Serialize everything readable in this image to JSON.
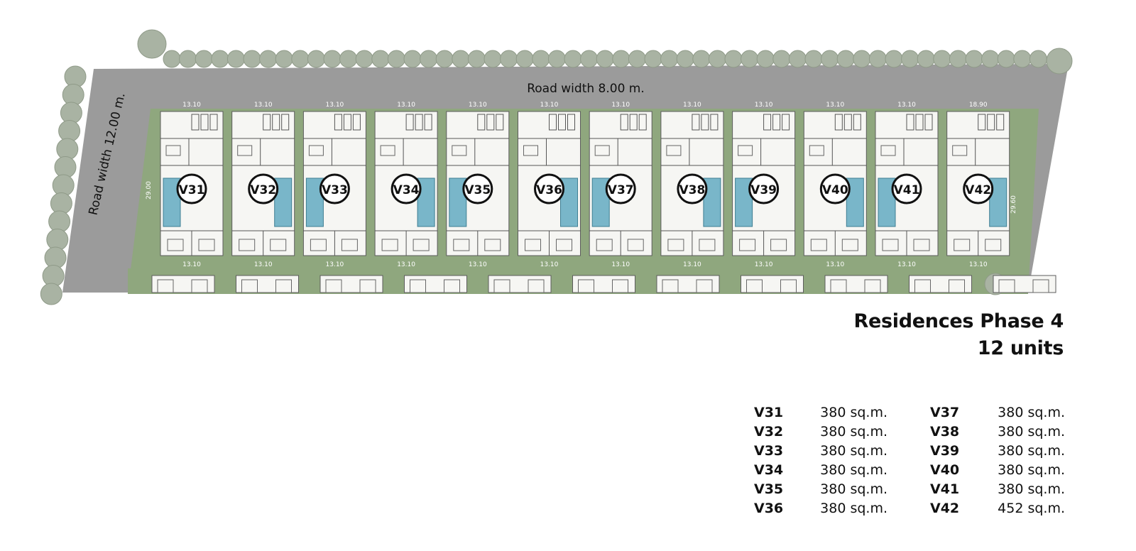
{
  "map": {
    "road_top_label": "Road width 8.00 m.",
    "road_left_label": "Road width 12.00 m.",
    "side_left_dim": "29.00",
    "side_right_dim": "29.60",
    "colors": {
      "road": "#9b9b9b",
      "grass": "#8fa77e",
      "tree": "#a9b3a3",
      "plot": "#f6f6f3",
      "pool": "#79b6c9"
    },
    "plots": [
      {
        "id": "V31",
        "top_dim": "13.10",
        "bottom_dim": "13.10"
      },
      {
        "id": "V32",
        "top_dim": "13.10",
        "bottom_dim": "13.10"
      },
      {
        "id": "V33",
        "top_dim": "13.10",
        "bottom_dim": "13.10"
      },
      {
        "id": "V34",
        "top_dim": "13.10",
        "bottom_dim": "13.10"
      },
      {
        "id": "V35",
        "top_dim": "13.10",
        "bottom_dim": "13.10"
      },
      {
        "id": "V36",
        "top_dim": "13.10",
        "bottom_dim": "13.10"
      },
      {
        "id": "V37",
        "top_dim": "13.10",
        "bottom_dim": "13.10"
      },
      {
        "id": "V38",
        "top_dim": "13.10",
        "bottom_dim": "13.10"
      },
      {
        "id": "V39",
        "top_dim": "13.10",
        "bottom_dim": "13.10"
      },
      {
        "id": "V40",
        "top_dim": "13.10",
        "bottom_dim": "13.10"
      },
      {
        "id": "V41",
        "top_dim": "13.10",
        "bottom_dim": "13.10"
      },
      {
        "id": "V42",
        "top_dim": "18.90",
        "bottom_dim": "13.10"
      }
    ]
  },
  "title": {
    "line1": "Residences Phase 4",
    "line2": "12  units"
  },
  "areas": {
    "left": [
      {
        "id": "V31",
        "area": "380 sq.m."
      },
      {
        "id": "V32",
        "area": "380 sq.m."
      },
      {
        "id": "V33",
        "area": "380 sq.m."
      },
      {
        "id": "V34",
        "area": "380 sq.m."
      },
      {
        "id": "V35",
        "area": "380 sq.m."
      },
      {
        "id": "V36",
        "area": "380 sq.m."
      }
    ],
    "right": [
      {
        "id": "V37",
        "area": "380 sq.m."
      },
      {
        "id": "V38",
        "area": "380 sq.m."
      },
      {
        "id": "V39",
        "area": "380 sq.m."
      },
      {
        "id": "V40",
        "area": "380 sq.m."
      },
      {
        "id": "V41",
        "area": "380 sq.m."
      },
      {
        "id": "V42",
        "area": "452 sq.m."
      }
    ]
  }
}
